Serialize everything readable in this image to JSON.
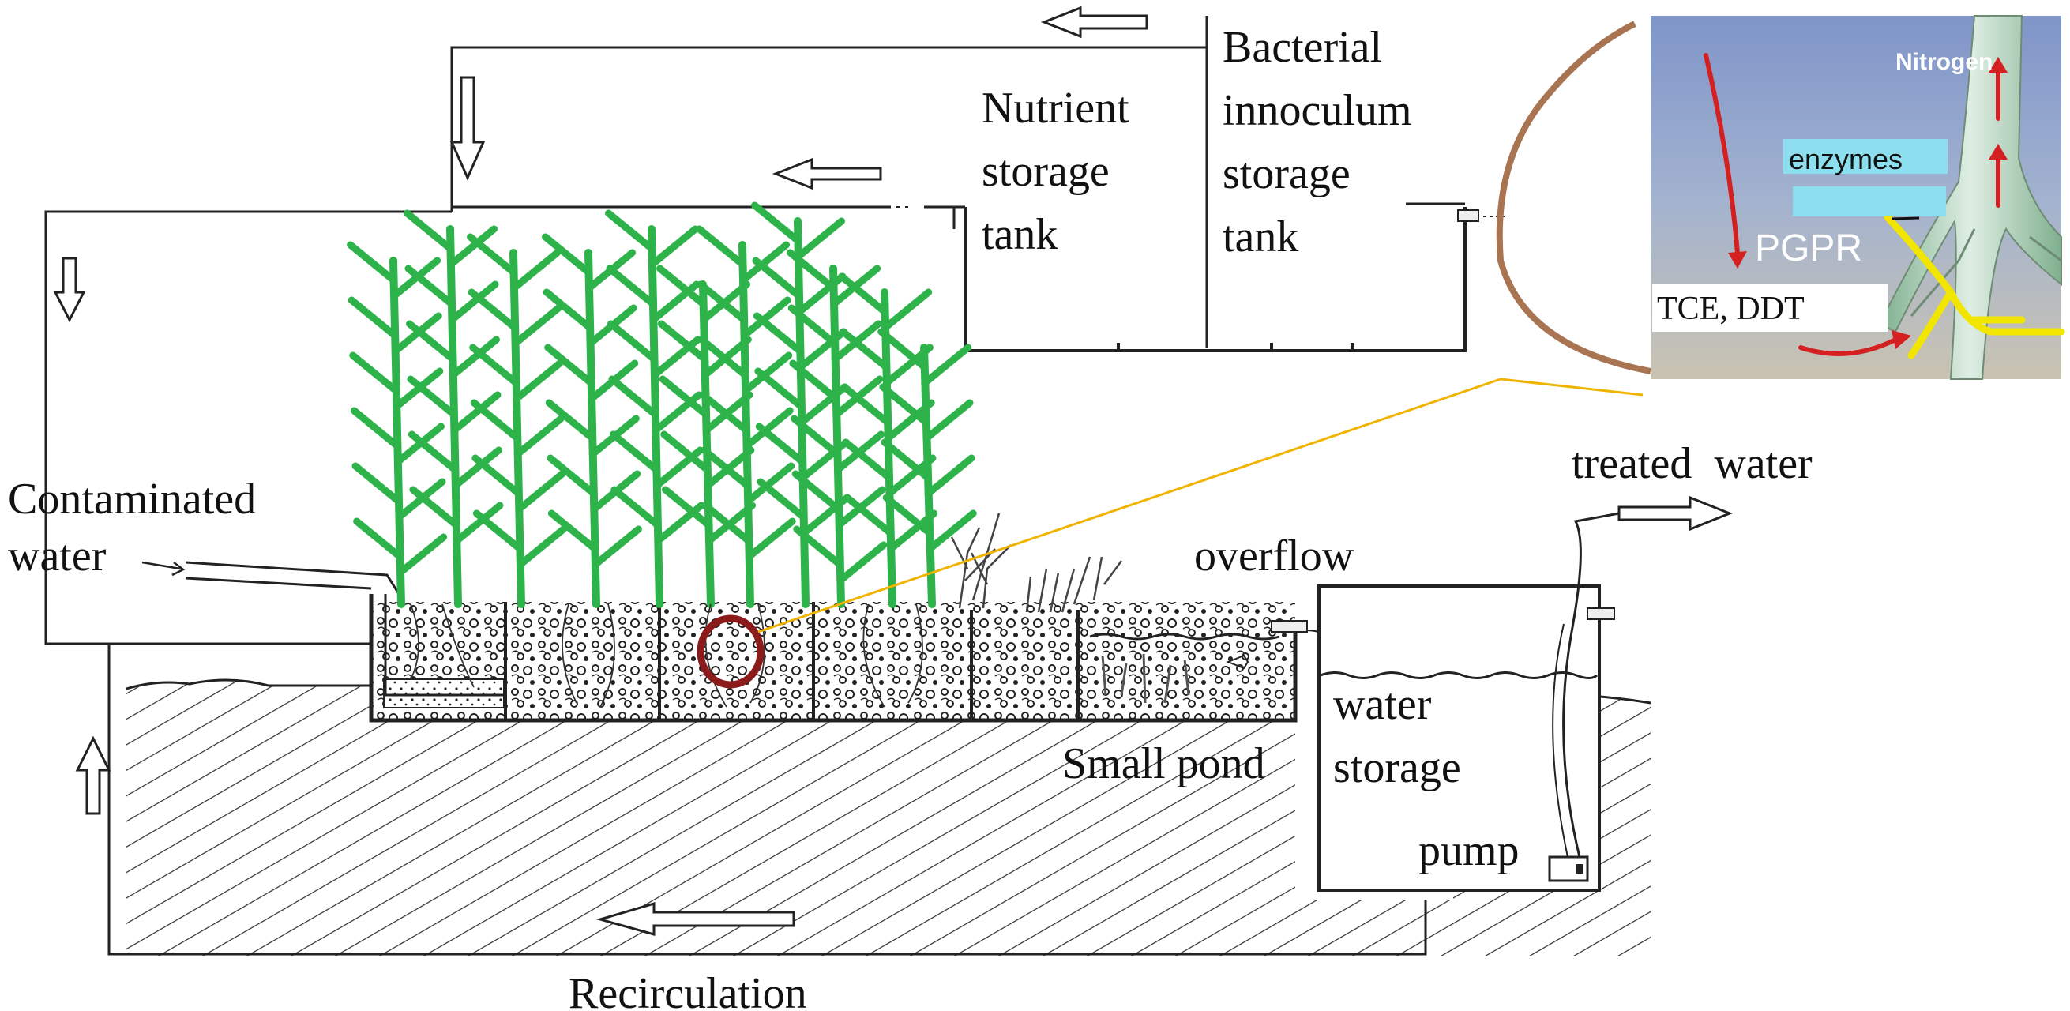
{
  "diagram": {
    "labels": {
      "contaminated_water_1": "Contaminated",
      "contaminated_water_2": "water",
      "nutrient_1": "Nutrient",
      "nutrient_2": "storage",
      "nutrient_3": "tank",
      "bacterial_1": "Bacterial",
      "bacterial_2": "innoculum",
      "bacterial_3": "storage",
      "bacterial_4": "tank",
      "treated_water": "treated  water",
      "overflow": "overflow",
      "small_pond": "Small pond",
      "water_storage_1": "water",
      "water_storage_2": "storage",
      "pump": "pump",
      "recirculation": "Recirculation"
    },
    "inset": {
      "nitrogen": "Nitrogen",
      "enzymes": "enzymes",
      "pgpr": "PGPR",
      "pollutants": "TCE, DDT"
    },
    "colors": {
      "plant": "#2db34a",
      "zoom_circle": "#8b1a1a",
      "zoom_line": "#f0b400",
      "zoom_bracket": "#a97452",
      "inset_bg": "#8fa3cc",
      "root": "#f2e600",
      "arrow_red": "#d42020",
      "label_box": "#8ddff0"
    }
  }
}
